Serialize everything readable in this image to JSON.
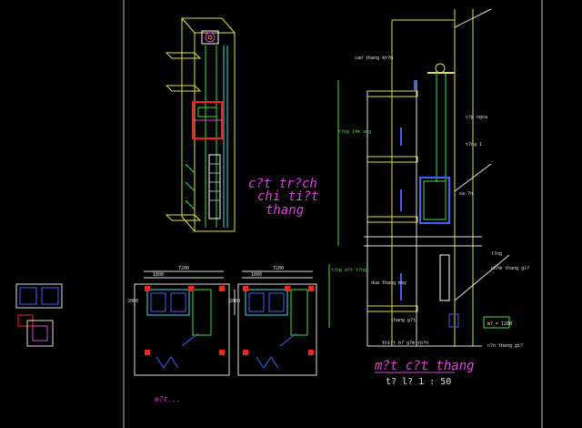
{
  "drawing": {
    "section_title_lines": [
      "c?t tr?ch",
      "chi ti?t",
      "thang"
    ],
    "elevation_title": "m?t c?t thang",
    "elevation_scale": "t? l?   1 : 50",
    "plan_caption": "m?t...",
    "labels_elevation": [
      "cao thang kh?m",
      "t?ng 14m ung",
      "c?p ngoa",
      "t?ng 1",
      "t?ng d?t t?ng",
      "dua thang may",
      "thang g?t",
      "thi?t b? g?m ch?n",
      "sa ?n",
      "ph?m thang gi?",
      "n?n thang gi?",
      "m? = 1200",
      "t?ng"
    ],
    "dims_plan": [
      "7200",
      "7200",
      "1800",
      "1800",
      "2000",
      "2000"
    ]
  },
  "colors": {
    "background": "#000000",
    "shaft": "#e0e040",
    "car": "#40e040",
    "frame_red": "#ff2020",
    "cyan": "#40e0e0",
    "blue": "#4060ff",
    "magenta": "#e040e0",
    "white": "#e0e0e0"
  }
}
